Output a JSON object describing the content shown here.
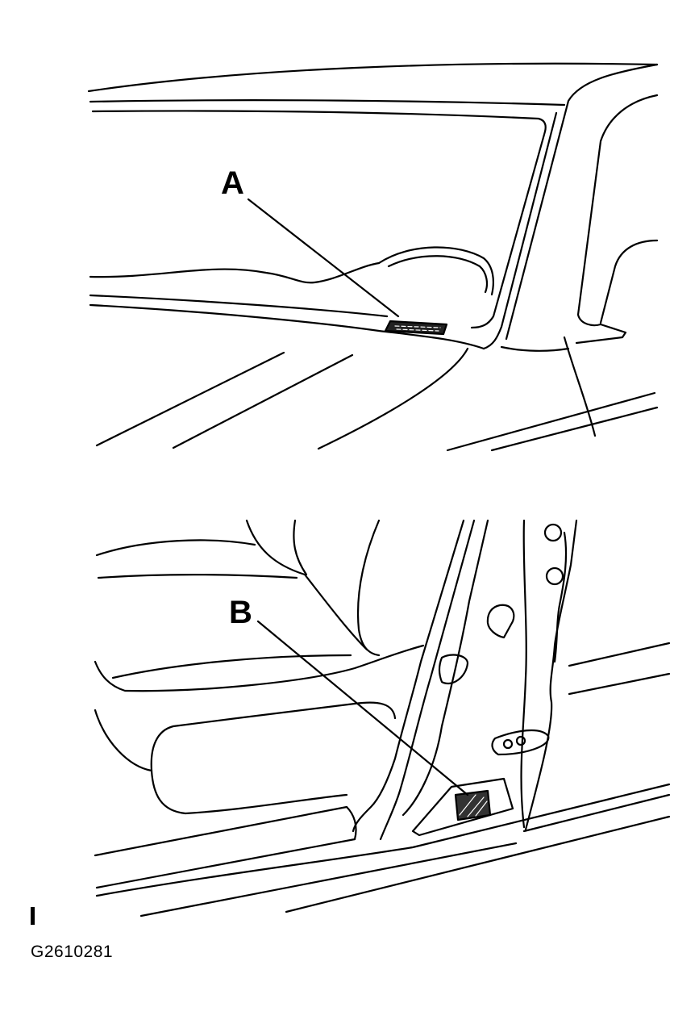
{
  "figure": {
    "callouts": [
      {
        "label": "A"
      },
      {
        "label": "B"
      }
    ],
    "figure_id": "G2610281"
  },
  "colors": {
    "line": "#000000",
    "background": "#ffffff"
  }
}
